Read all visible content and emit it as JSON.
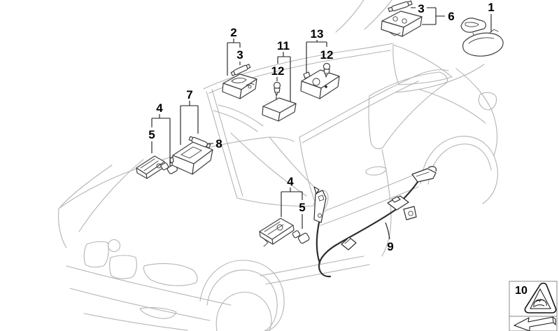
{
  "callouts": [
    {
      "label": "1"
    },
    {
      "label": "2"
    },
    {
      "label": "3"
    },
    {
      "label": "3"
    },
    {
      "label": "4"
    },
    {
      "label": "4"
    },
    {
      "label": "5"
    },
    {
      "label": "5"
    },
    {
      "label": "6"
    },
    {
      "label": "7"
    },
    {
      "label": "8"
    },
    {
      "label": "9"
    },
    {
      "label": "10"
    },
    {
      "label": "11"
    },
    {
      "label": "12"
    },
    {
      "label": "12"
    },
    {
      "label": "13"
    }
  ],
  "legend": {
    "number": "10",
    "icons": [
      "warning-triangle-icon",
      "direction-arrow-icon"
    ]
  },
  "colors": {
    "background": "#ffffff",
    "car_outline": "#b4b4b4",
    "part_outline": "#404040",
    "harness": "#2e2e2e",
    "callout_text": "#000000",
    "leader_line": "#1a1a1a",
    "legend_border": "#888888"
  }
}
